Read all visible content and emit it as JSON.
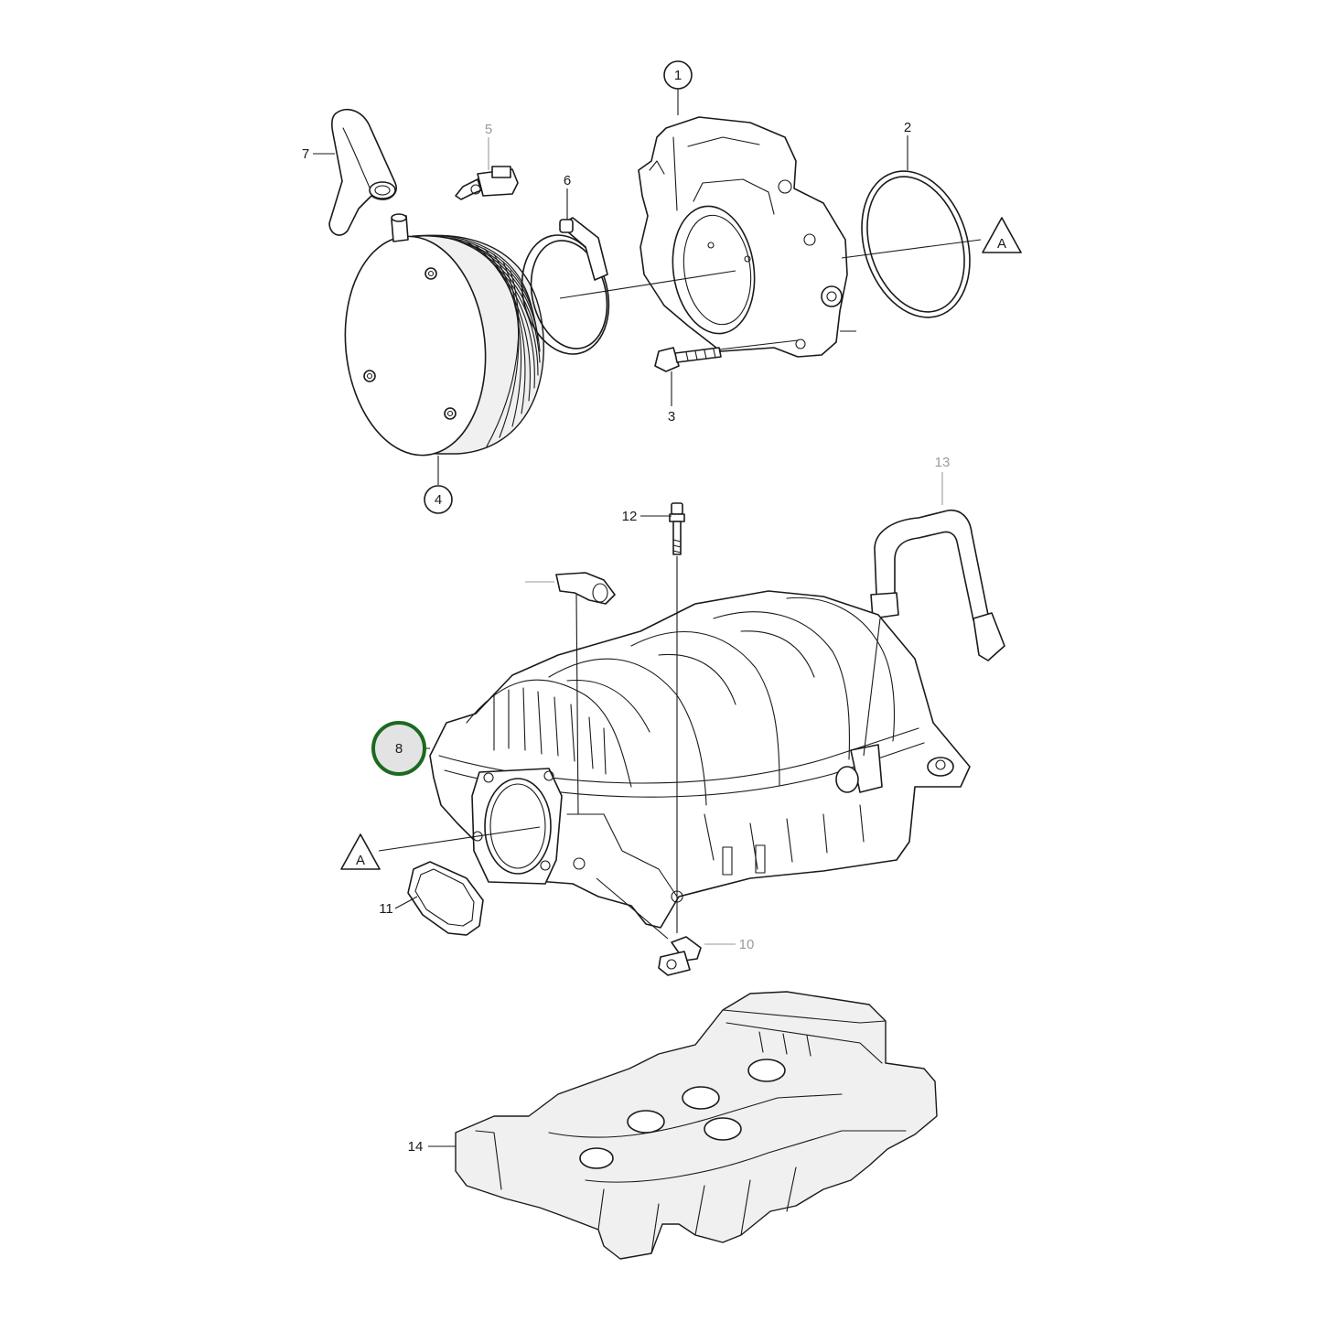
{
  "callouts": {
    "c1": "1",
    "c2": "2",
    "c3": "3",
    "c4": "4",
    "c5": "5",
    "c6": "6",
    "c7": "7",
    "c8": "8",
    "c10": "10",
    "c11": "11",
    "c12": "12",
    "c13": "13",
    "c14": "14"
  },
  "references": {
    "a_top": "A",
    "a_bottom": "A"
  },
  "highlight": {
    "label": "8",
    "ring_color": "#1b6a1f",
    "fill_color": "#e3e3e3"
  },
  "colors": {
    "line": "#1a1a1a",
    "faded_label": "#9a9a9a"
  }
}
